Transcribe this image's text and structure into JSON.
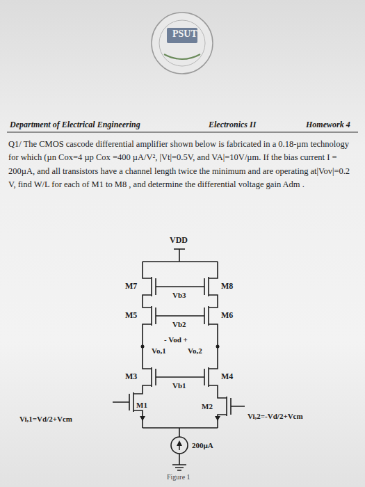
{
  "diagram": {
    "caption": "Figure 1",
    "labels": [
      "PSUT",
      "Department of Electrical Engineering",
      "Electronics II",
      "Homework 4",
      "Q1/ The CMOS cascode differential amplifier shown below is fabricated in a 0.18-µm technology for which (µn Cox=4 µp Cox =400 µA/V², |Vt|=0.5V, and VA|=10V/µm. If the bias current I = 200µA, and all transistors have a channel length twice the minimum and are operating at|Vov|=0.2 V, find W/L for each of M1 to M8 , and determine the differential voltage gain Adm .",
      "VDD",
      "M7",
      "M8",
      "Vb3",
      "M5",
      "M6",
      "Vb2",
      "- Vod +",
      "Vo,1",
      "Vo,2",
      "M3",
      "M4",
      "Vb1",
      "M1",
      "M2",
      "Vi,1=Vd/2+Vcm",
      "Vi,2=-Vd/2+Vcm",
      "200µA"
    ]
  }
}
